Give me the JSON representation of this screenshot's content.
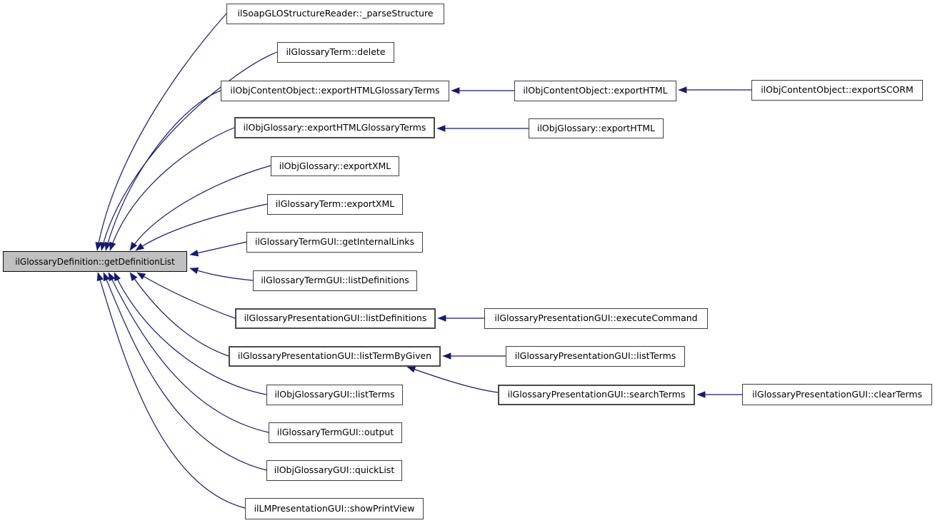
{
  "graph": {
    "type": "doxygen-caller-graph",
    "focus_function": "ilGlossaryDefinition::getDefinitionList",
    "colors": {
      "background": "#ffffff",
      "edge": "#191970",
      "node_fill": "#ffffff",
      "node_border": "#404040",
      "focus_node_fill": "#c0c0c0",
      "focus_node_border": "#000000",
      "text": "#000000"
    },
    "nodes": [
      {
        "id": "getDefinitionList",
        "label": "ilGlossaryDefinition::getDefinitionList"
      },
      {
        "id": "parseStructure",
        "label": "ilSoapGLOStructureReader::_parseStructure"
      },
      {
        "id": "glossaryTermDelete",
        "label": "ilGlossaryTerm::delete"
      },
      {
        "id": "contentObjectExportHTMLGlossaryTerms",
        "label": "ilObjContentObject::exportHTMLGlossaryTerms"
      },
      {
        "id": "objGlossaryExportHTMLGlossaryTerms",
        "label": "ilObjGlossary::exportHTMLGlossaryTerms"
      },
      {
        "id": "objGlossaryExportXML",
        "label": "ilObjGlossary::exportXML"
      },
      {
        "id": "glossaryTermExportXML",
        "label": "ilGlossaryTerm::exportXML"
      },
      {
        "id": "getInternalLinks",
        "label": "ilGlossaryTermGUI::getInternalLinks"
      },
      {
        "id": "termGuiListDefinitions",
        "label": "ilGlossaryTermGUI::listDefinitions"
      },
      {
        "id": "presGuiListDefinitions",
        "label": "ilGlossaryPresentationGUI::listDefinitions"
      },
      {
        "id": "listTermByGiven",
        "label": "ilGlossaryPresentationGUI::listTermByGiven"
      },
      {
        "id": "objGlossaryGuiListTerms",
        "label": "ilObjGlossaryGUI::listTerms"
      },
      {
        "id": "termGuiOutput",
        "label": "ilGlossaryTermGUI::output"
      },
      {
        "id": "quickList",
        "label": "ilObjGlossaryGUI::quickList"
      },
      {
        "id": "showPrintView",
        "label": "ilLMPresentationGUI::showPrintView"
      },
      {
        "id": "contentObjectExportHTML",
        "label": "ilObjContentObject::exportHTML"
      },
      {
        "id": "objGlossaryExportHTML",
        "label": "ilObjGlossary::exportHTML"
      },
      {
        "id": "executeCommand",
        "label": "ilGlossaryPresentationGUI::executeCommand"
      },
      {
        "id": "presGuiListTerms",
        "label": "ilGlossaryPresentationGUI::listTerms"
      },
      {
        "id": "searchTerms",
        "label": "ilGlossaryPresentationGUI::searchTerms"
      },
      {
        "id": "exportSCORM",
        "label": "ilObjContentObject::exportSCORM"
      },
      {
        "id": "clearTerms",
        "label": "ilGlossaryPresentationGUI::clearTerms"
      }
    ],
    "edges": [
      {
        "from": "parseStructure",
        "to": "getDefinitionList"
      },
      {
        "from": "glossaryTermDelete",
        "to": "getDefinitionList"
      },
      {
        "from": "contentObjectExportHTMLGlossaryTerms",
        "to": "getDefinitionList"
      },
      {
        "from": "objGlossaryExportHTMLGlossaryTerms",
        "to": "getDefinitionList"
      },
      {
        "from": "objGlossaryExportXML",
        "to": "getDefinitionList"
      },
      {
        "from": "glossaryTermExportXML",
        "to": "getDefinitionList"
      },
      {
        "from": "getInternalLinks",
        "to": "getDefinitionList"
      },
      {
        "from": "termGuiListDefinitions",
        "to": "getDefinitionList"
      },
      {
        "from": "presGuiListDefinitions",
        "to": "getDefinitionList"
      },
      {
        "from": "listTermByGiven",
        "to": "getDefinitionList"
      },
      {
        "from": "objGlossaryGuiListTerms",
        "to": "getDefinitionList"
      },
      {
        "from": "termGuiOutput",
        "to": "getDefinitionList"
      },
      {
        "from": "quickList",
        "to": "getDefinitionList"
      },
      {
        "from": "showPrintView",
        "to": "getDefinitionList"
      },
      {
        "from": "contentObjectExportHTML",
        "to": "contentObjectExportHTMLGlossaryTerms"
      },
      {
        "from": "exportSCORM",
        "to": "contentObjectExportHTML"
      },
      {
        "from": "objGlossaryExportHTML",
        "to": "objGlossaryExportHTMLGlossaryTerms"
      },
      {
        "from": "executeCommand",
        "to": "presGuiListDefinitions"
      },
      {
        "from": "presGuiListTerms",
        "to": "listTermByGiven"
      },
      {
        "from": "searchTerms",
        "to": "listTermByGiven"
      },
      {
        "from": "clearTerms",
        "to": "searchTerms"
      }
    ]
  }
}
